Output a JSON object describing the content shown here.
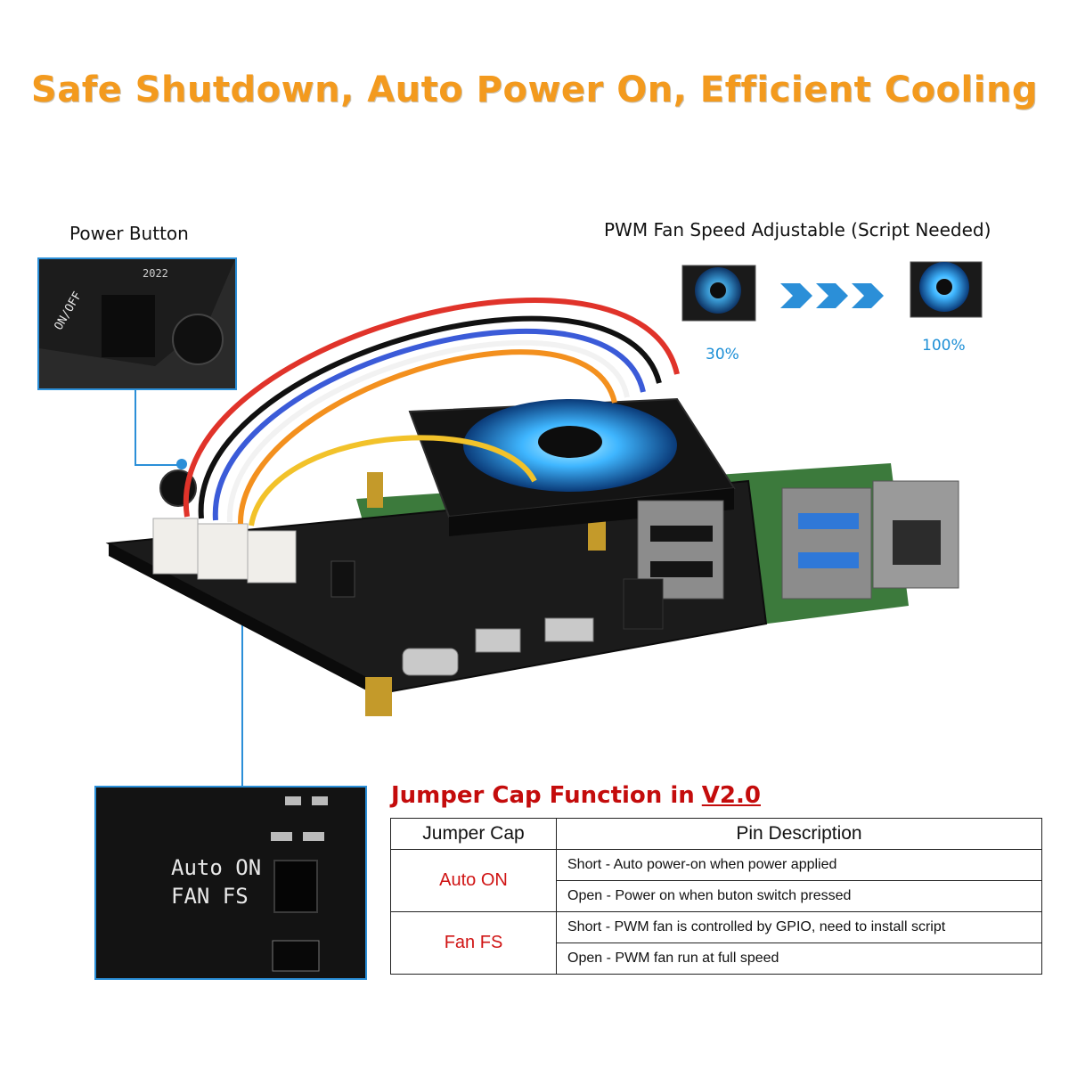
{
  "headline": "Safe Shutdown, Auto Power On, Efficient Cooling",
  "callouts": {
    "power_button": "Power Button",
    "pwm_fan": "PWM Fan Speed Adjustable (Script Needed)",
    "speed_low": "30%",
    "speed_high": "100%"
  },
  "insets": {
    "power_button_labels": [
      "ON/OFF",
      "2022"
    ],
    "jumper_labels": [
      "Auto ON",
      "FAN FS"
    ]
  },
  "jumper_table": {
    "title": "Jumper Cap Function in",
    "version": "V2.0",
    "headers": [
      "Jumper Cap",
      "Pin Description"
    ],
    "rows": [
      {
        "cap": "Auto ON",
        "short": "Short - Auto power-on when power applied",
        "open": "Open - Power on when buton switch pressed"
      },
      {
        "cap": "Fan FS",
        "short": "Short - PWM fan is controlled by GPIO, need to install script",
        "open": "Open - PWM fan run at full speed"
      }
    ]
  },
  "colors": {
    "headline": "#f39a1e",
    "accent_blue": "#2b8fd8",
    "table_red": "#c40c0c",
    "fan_glow": "#3fb6ff"
  }
}
